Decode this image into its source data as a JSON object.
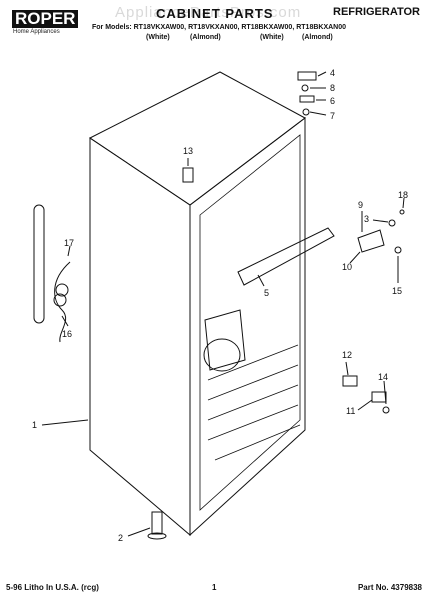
{
  "brand": {
    "name": "ROPER",
    "tagline": "Home Appliances"
  },
  "watermark": "AppliancePartsPros.com",
  "header": {
    "title": "CABINET PARTS",
    "category": "REFRIGERATOR",
    "models": "For Models: RT18VKXAW00, RT18VKXAN00, RT18BKXAW00, RT18BKXAN00",
    "variants": [
      "(White)",
      "(Almond)",
      "(White)",
      "(Almond)"
    ]
  },
  "callouts": [
    "1",
    "2",
    "4",
    "5",
    "6",
    "7",
    "8",
    "9",
    "10",
    "11",
    "12",
    "13",
    "14",
    "15",
    "16",
    "17",
    "18",
    "3"
  ],
  "footer": {
    "litho": "5-96 Litho In U.S.A. (rcg)",
    "page": "1",
    "part_number": "Part No. 4379838"
  }
}
